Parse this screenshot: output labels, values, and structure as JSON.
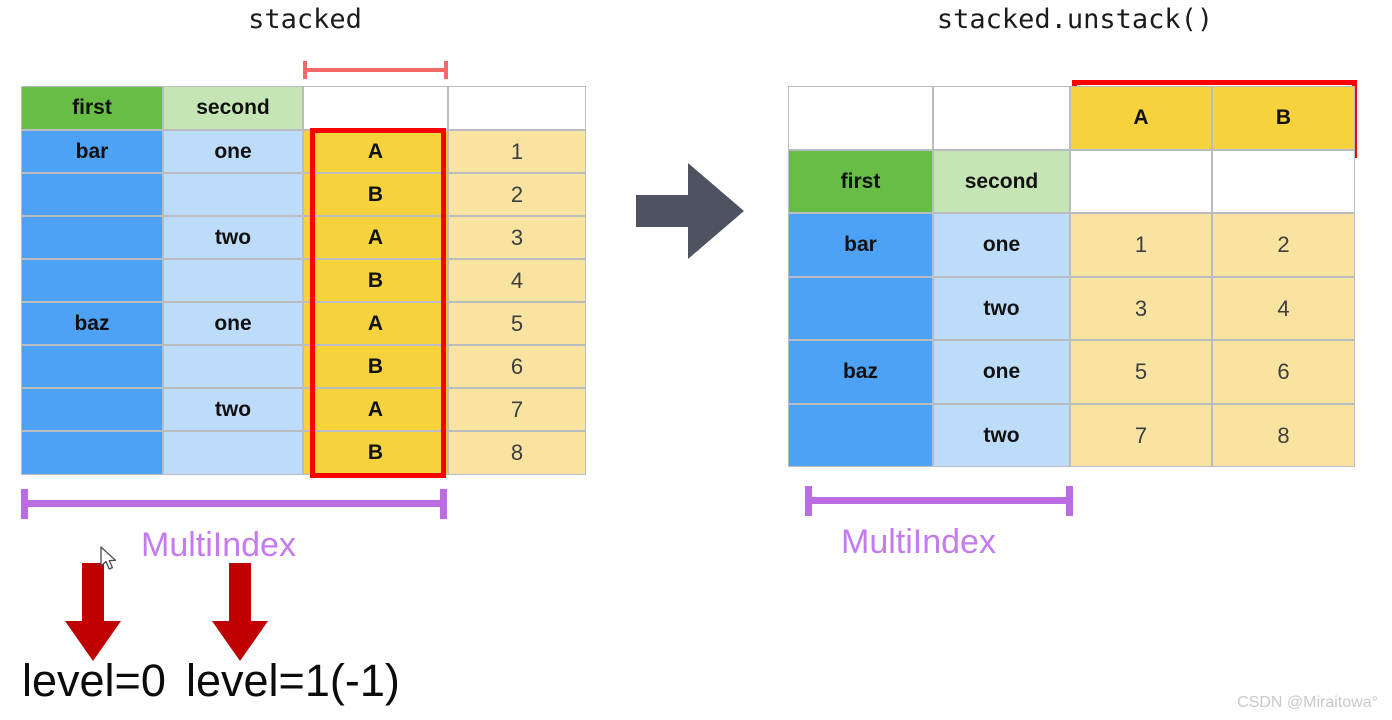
{
  "titles": {
    "left": "stacked",
    "right": "stacked.unstack()"
  },
  "left_table": {
    "header": {
      "first": "first",
      "second": "second",
      "blank_a": "",
      "blank_b": ""
    },
    "columns": [
      "first",
      "second",
      "",
      ""
    ],
    "rows": [
      {
        "first": "bar",
        "second": "one",
        "letter": "A",
        "value": "1"
      },
      {
        "first": "",
        "second": "",
        "letter": "B",
        "value": "2"
      },
      {
        "first": "",
        "second": "two",
        "letter": "A",
        "value": "3"
      },
      {
        "first": "",
        "second": "",
        "letter": "B",
        "value": "4"
      },
      {
        "first": "baz",
        "second": "one",
        "letter": "A",
        "value": "5"
      },
      {
        "first": "",
        "second": "",
        "letter": "B",
        "value": "6"
      },
      {
        "first": "",
        "second": "two",
        "letter": "A",
        "value": "7"
      },
      {
        "first": "",
        "second": "",
        "letter": "B",
        "value": "8"
      }
    ],
    "multiindex_label": "MultiIndex"
  },
  "right_table": {
    "col_header": {
      "blank_1": "",
      "blank_2": "",
      "A": "A",
      "B": "B"
    },
    "index_header": {
      "first": "first",
      "second": "second",
      "blank_a": "",
      "blank_b": ""
    },
    "rows": [
      {
        "first": "bar",
        "second": "one",
        "A": "1",
        "B": "2"
      },
      {
        "first": "",
        "second": "two",
        "A": "3",
        "B": "4"
      },
      {
        "first": "baz",
        "second": "one",
        "A": "5",
        "B": "6"
      },
      {
        "first": "",
        "second": "two",
        "A": "7",
        "B": "8"
      }
    ],
    "multiindex_label": "MultiIndex"
  },
  "annotations": {
    "level0": "level=0",
    "level1": "level=1(-1)"
  },
  "watermark": "CSDN @Miraitowa°",
  "colors": {
    "green": "#67bd45",
    "light_green": "#c5e5b4",
    "blue": "#4da2f5",
    "light_blue": "#bddcfa",
    "gold": "#f6d23c",
    "cream": "#f8e3a1",
    "highlight_red": "#ff0000",
    "bracket_red": "#f5686a",
    "bracket_purple": "#bb6ce0",
    "multiindex_purple": "#c57bf0",
    "arrow_grey": "#4e5261",
    "arrow_red": "#c00000",
    "watermark_grey": "#c9c9c9"
  }
}
